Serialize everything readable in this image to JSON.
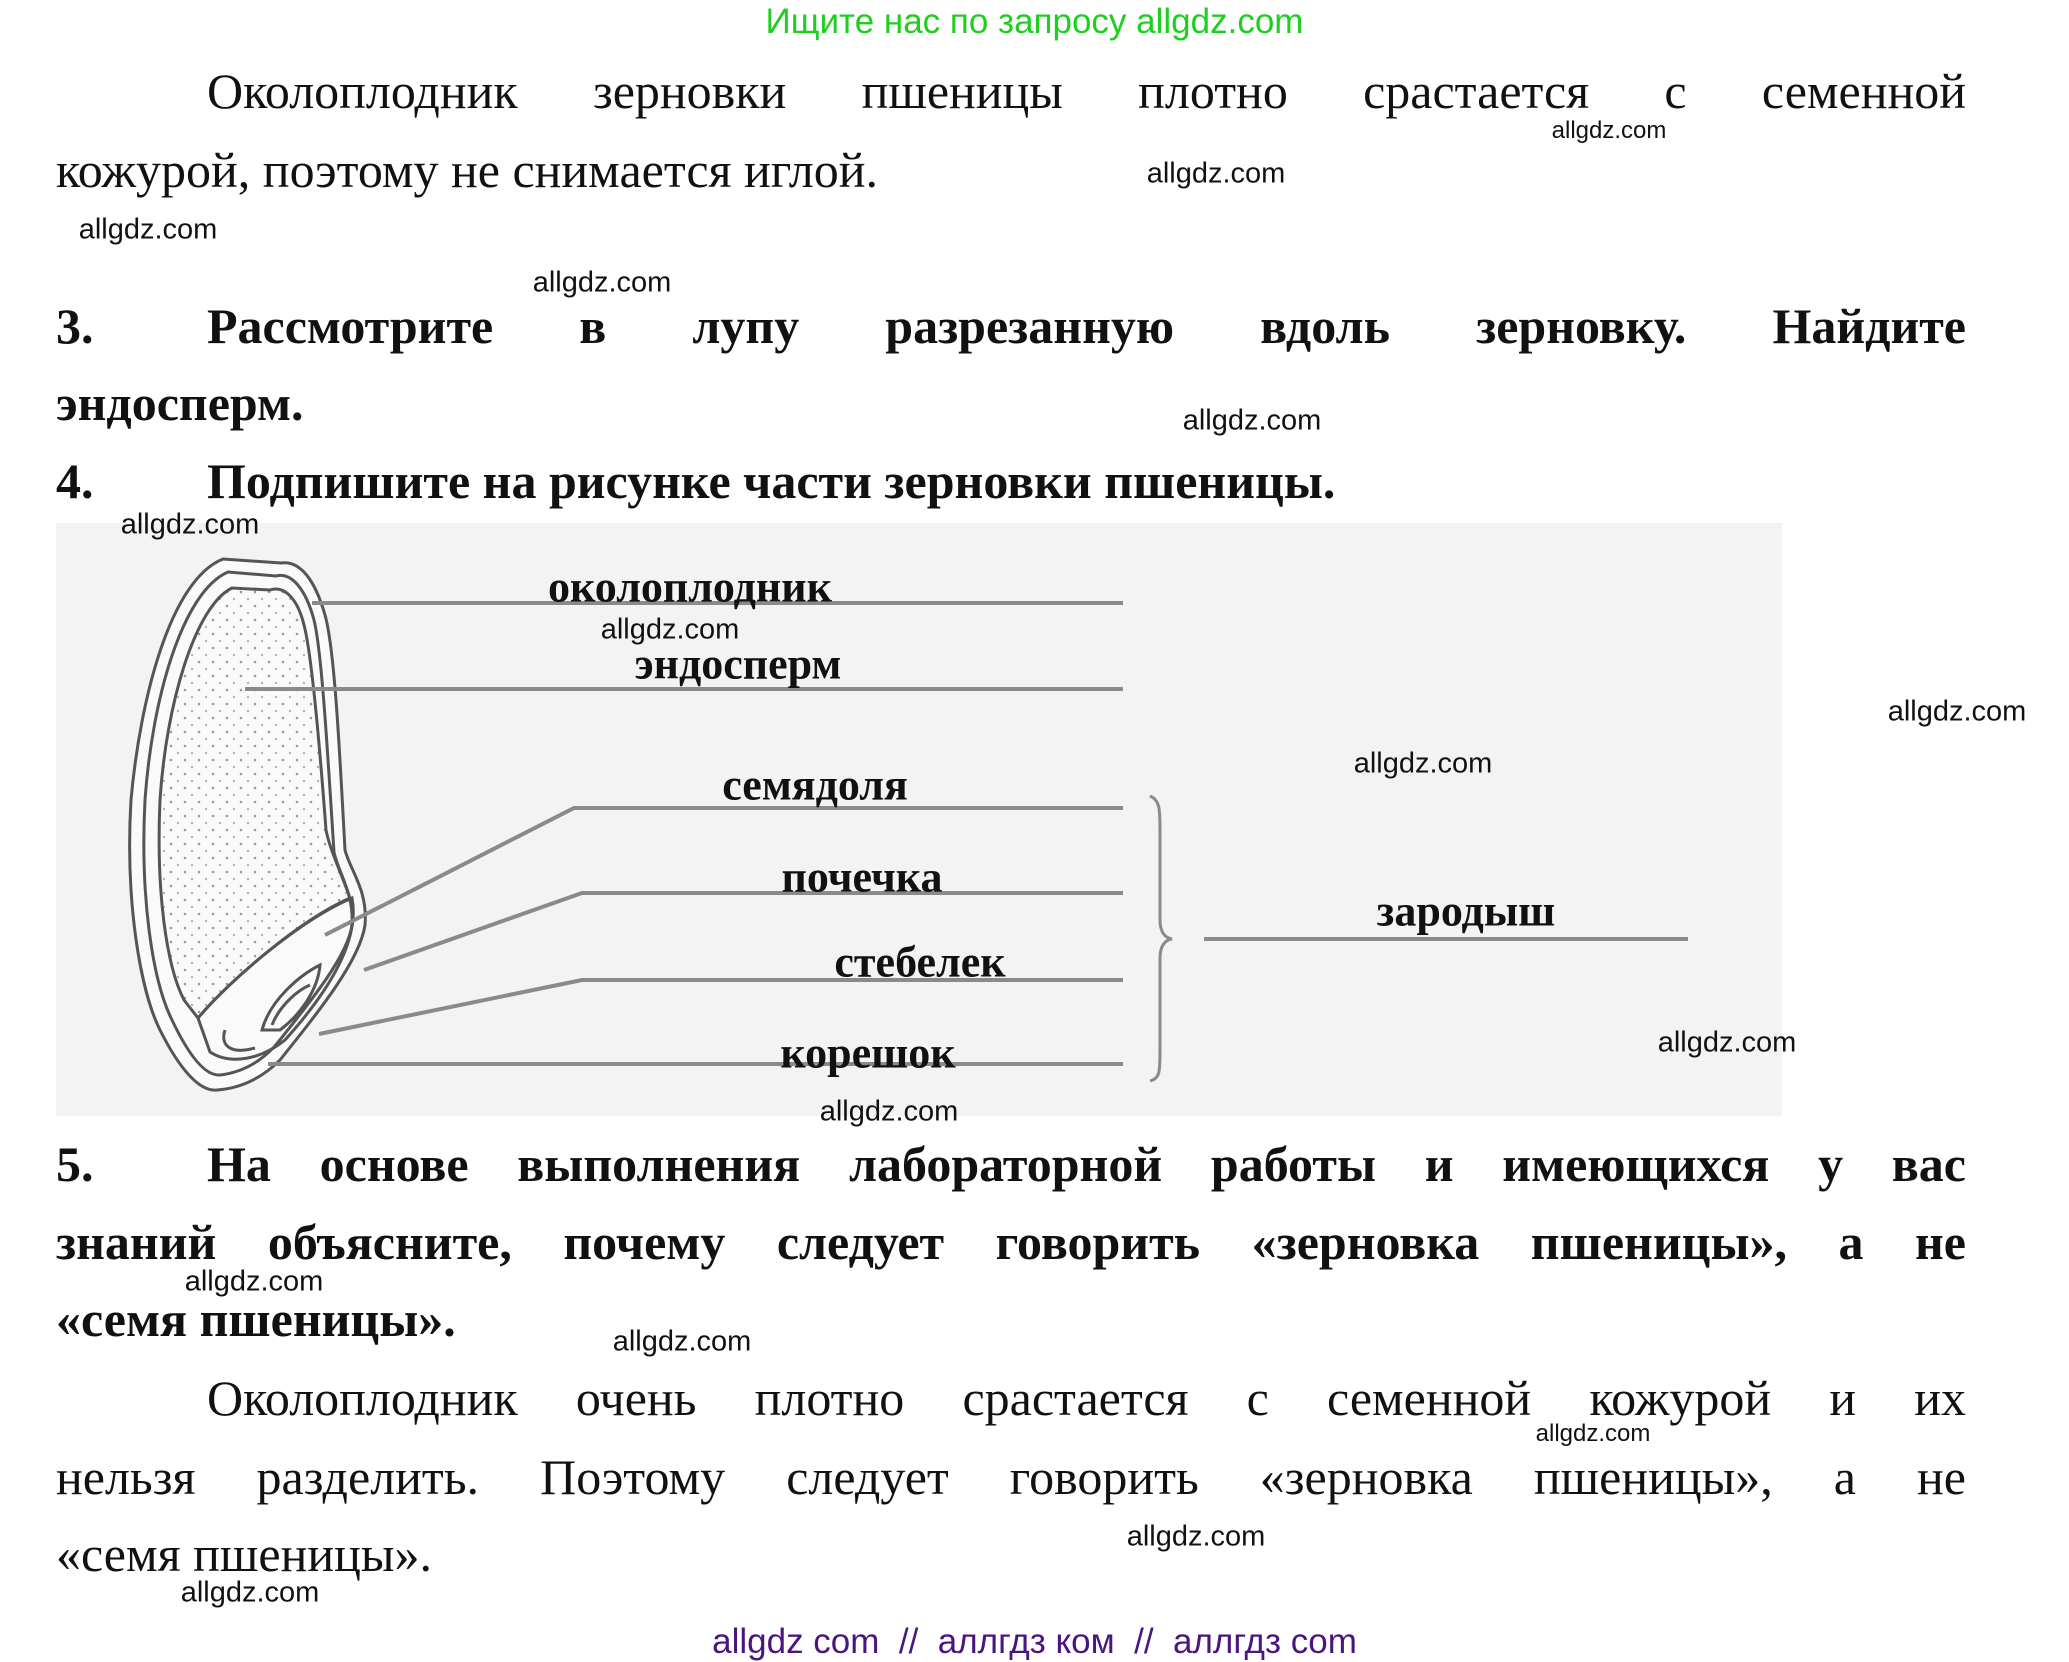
{
  "header_banner": {
    "text": "Ищите нас по запросу allgdz.com",
    "color": "#1fcf1f"
  },
  "paragraph1": {
    "lines": [
      "Околоплодник зерновки пшеницы плотно срастается с семенной",
      "кожурой, поэтому не снимается иглой."
    ]
  },
  "task3": {
    "number": "3.",
    "lines": [
      "Рассмотрите в лупу разрезанную вдоль зерновку. Найдите",
      "эндосперм."
    ]
  },
  "task4": {
    "number": "4.",
    "lines": [
      "Подпишите на рисунке части зерновки пшеницы."
    ]
  },
  "figure": {
    "labels": {
      "pericarp": "околоплодник",
      "endosperm": "эндосперм",
      "cotyledon": "семядоля",
      "bud": "почечка",
      "stem": "стебелек",
      "root": "корешок",
      "embryo": "зародыш"
    }
  },
  "task5": {
    "number": "5.",
    "lines": [
      "На основе выполнения лабораторной работы и имеющихся у вас",
      "знаний объясните, почему следует говорить «зерновка пшеницы», а не",
      "«семя пшеницы»."
    ]
  },
  "answer5": {
    "lines": [
      "Околоплодник очень плотно срастается с семенной кожурой и их",
      "нельзя разделить. Поэтому следует говорить «зерновка пшеницы», а не",
      "«семя пшеницы»."
    ]
  },
  "watermark": "allgdz.com",
  "footer": {
    "text": "allgdz com  //  аллгдз ком  //  аллгдз com",
    "color": "#4b1580"
  }
}
